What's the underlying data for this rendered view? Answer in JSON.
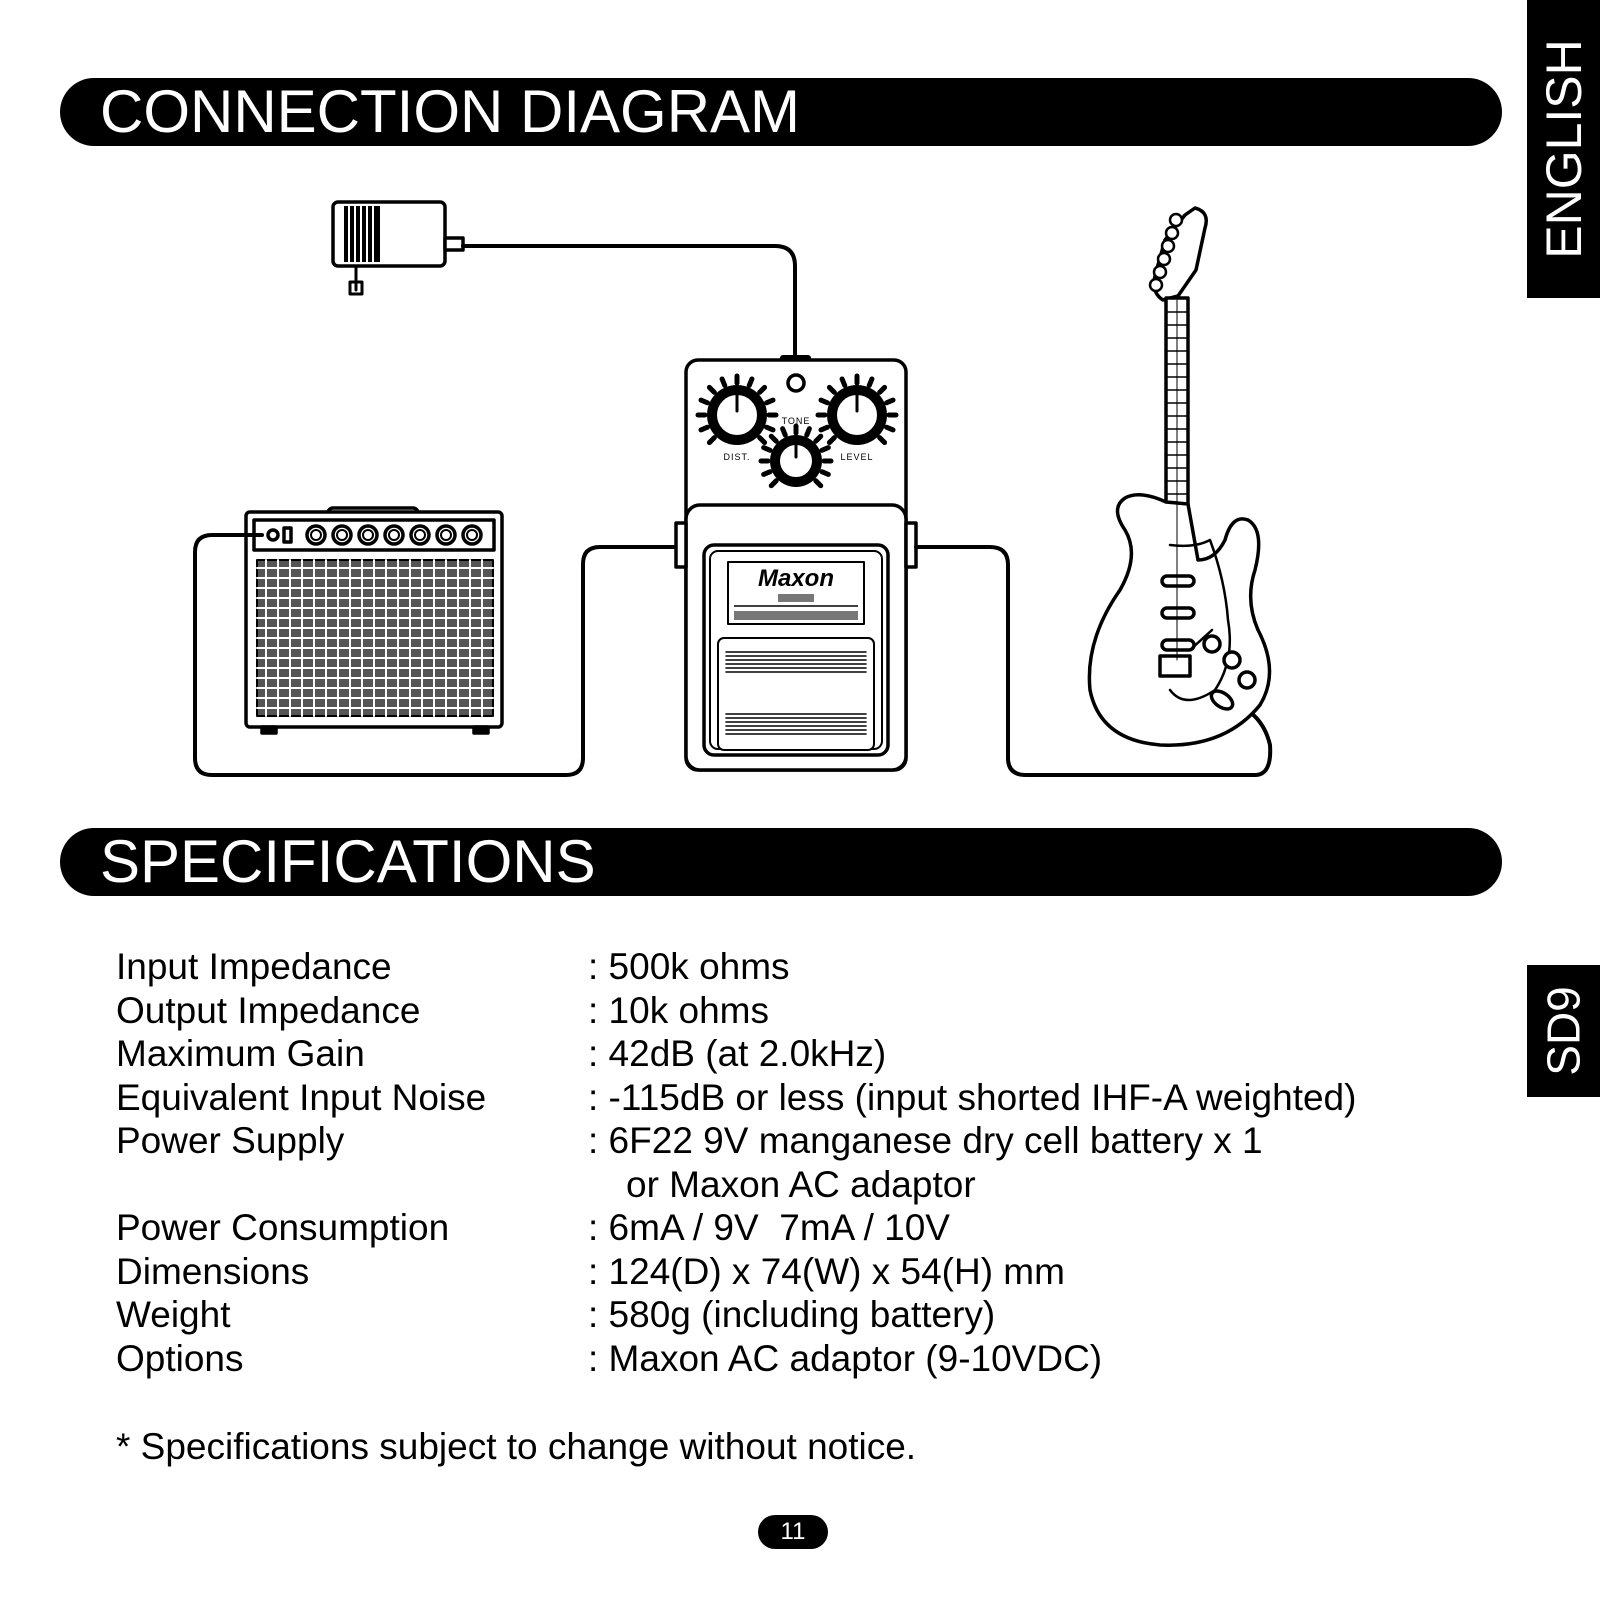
{
  "headings": {
    "connection": "CONNECTION DIAGRAM",
    "specifications": "SPECIFICATIONS"
  },
  "side_tabs": {
    "language": "ENGLISH",
    "model": "SD9"
  },
  "diagram": {
    "pedal_knob_labels": {
      "tone": "TONE",
      "dist": "DIST.",
      "level": "LEVEL"
    },
    "pedal_brand": "Maxon"
  },
  "specifications": [
    {
      "label": "Input Impedance",
      "value": ": 500k ohms"
    },
    {
      "label": "Output Impedance",
      "value": ": 10k ohms"
    },
    {
      "label": "Maximum Gain",
      "value": ": 42dB (at 2.0kHz)"
    },
    {
      "label": "Equivalent Input Noise",
      "value": ": -115dB or less (input shorted IHF-A weighted)"
    },
    {
      "label": "Power Supply",
      "value": ": 6F22 9V manganese dry cell battery x 1",
      "continuation": "or Maxon AC adaptor"
    },
    {
      "label": "Power Consumption",
      "value": ": 6mA / 9V  7mA / 10V"
    },
    {
      "label": "Dimensions",
      "value": ": 124(D) x 74(W) x 54(H) mm"
    },
    {
      "label": "Weight",
      "value": ": 580g (including battery)"
    },
    {
      "label": "Options",
      "value": ": Maxon AC adaptor (9-10VDC)"
    }
  ],
  "footnote": "* Specifications subject to change without notice.",
  "page_number": "11"
}
